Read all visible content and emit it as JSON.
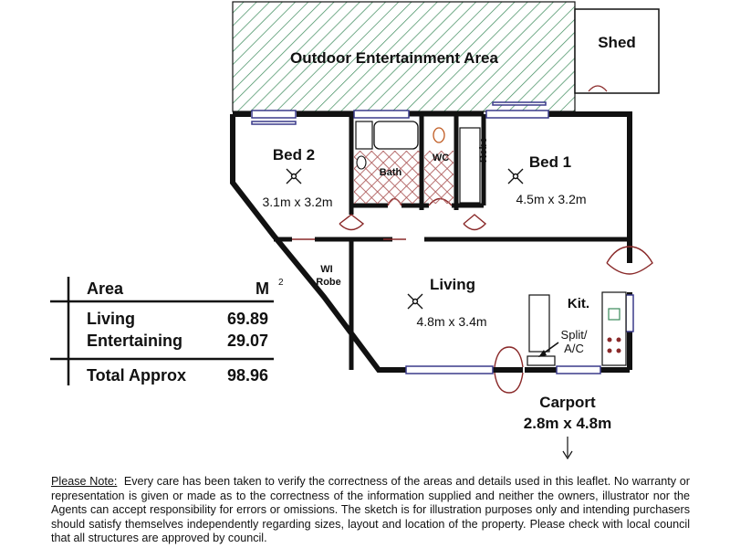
{
  "rooms": {
    "outdoor": "Outdoor Entertainment Area",
    "shed": "Shed",
    "bed2": {
      "name": "Bed 2",
      "size": "3.1m x 3.2m"
    },
    "bath": "Bath",
    "wc": "WC",
    "robe": "Robe",
    "bed1": {
      "name": "Bed 1",
      "size": "4.5m x 3.2m"
    },
    "wi_robe_1": "WI",
    "wi_robe_2": "Robe",
    "living": {
      "name": "Living",
      "size": "4.8m x 3.4m"
    },
    "kit": "Kit.",
    "split_1": "Split/",
    "split_2": "A/C",
    "carport": {
      "name": "Carport",
      "size": "2.8m x 4.8m"
    }
  },
  "area_table": {
    "col_area": "Area",
    "col_unit": "M",
    "col_unit_sup": "2",
    "rows": [
      {
        "label": "Living",
        "value": "69.89"
      },
      {
        "label": "Entertaining",
        "value": "29.07"
      }
    ],
    "total_label": "Total Approx",
    "total_value": "98.96"
  },
  "note": {
    "heading": "Please Note:",
    "body": "Every care has been taken to verify the correctness of the areas and details used in this leaflet. No warranty or representation is given or made as to the correctness of the information supplied and neither the owners, illustrator nor the Agents can accept responsibility for errors or omissions. The sketch is for illustration purposes only and intending purchasers should satisfy themselves independently regarding sizes, layout and location of the property. Please check with local council that all structures are approved by council."
  },
  "colors": {
    "wall": "#111111",
    "hatch": "#3a8a5a",
    "door": "#8a2a2a",
    "window": "#3a3a8a",
    "tile": "#b06060"
  }
}
